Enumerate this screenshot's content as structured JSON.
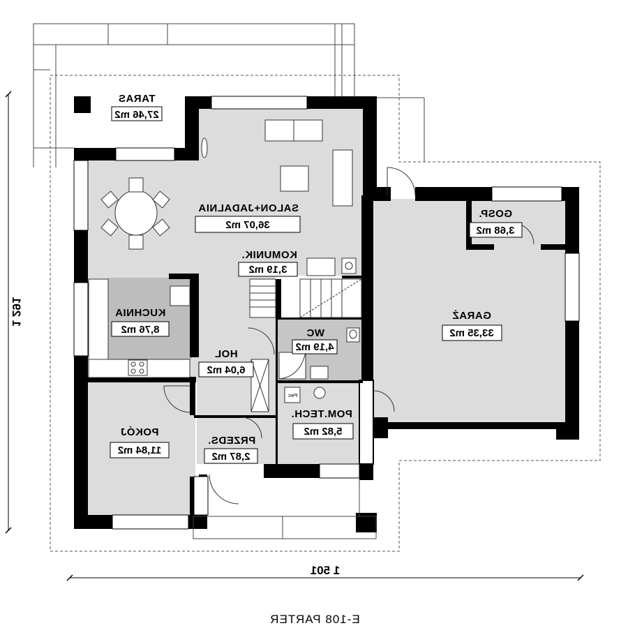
{
  "plan": {
    "caption": "E-108 PARTER",
    "dimension_width": "1 501",
    "dimension_height": "1 291",
    "rooms": [
      {
        "id": "taras",
        "name": "TARAS",
        "area": "27,46 m2"
      },
      {
        "id": "salon",
        "name": "SALON+JADALNIA",
        "area": "36,07 m2"
      },
      {
        "id": "komunik",
        "name": "KOMUNIK.",
        "area": "3,19 m2"
      },
      {
        "id": "kuchnia",
        "name": "KUCHNIA",
        "area": "8,76 m2"
      },
      {
        "id": "hol",
        "name": "HOL",
        "area": "6,04 m2"
      },
      {
        "id": "wc",
        "name": "WC",
        "area": "4,19 m2"
      },
      {
        "id": "pokoj",
        "name": "POKÓJ",
        "area": "11,84 m2"
      },
      {
        "id": "przedsionek",
        "name": "PRZEDS.",
        "area": "2,87 m2"
      },
      {
        "id": "pomtech",
        "name": "POM.TECH.",
        "area": "5,82 m2"
      },
      {
        "id": "garaz",
        "name": "GARAŻ",
        "area": "33,35 m2"
      },
      {
        "id": "gosp",
        "name": "GOSP.",
        "area": "3,68 m2"
      }
    ],
    "appliance_label": "Piec"
  },
  "colors": {
    "wall": "#000000",
    "floor": "#dcdcdc",
    "kitchen_floor": "#bdbdbd",
    "wc_floor": "#c6c6c6",
    "background": "#ffffff"
  }
}
